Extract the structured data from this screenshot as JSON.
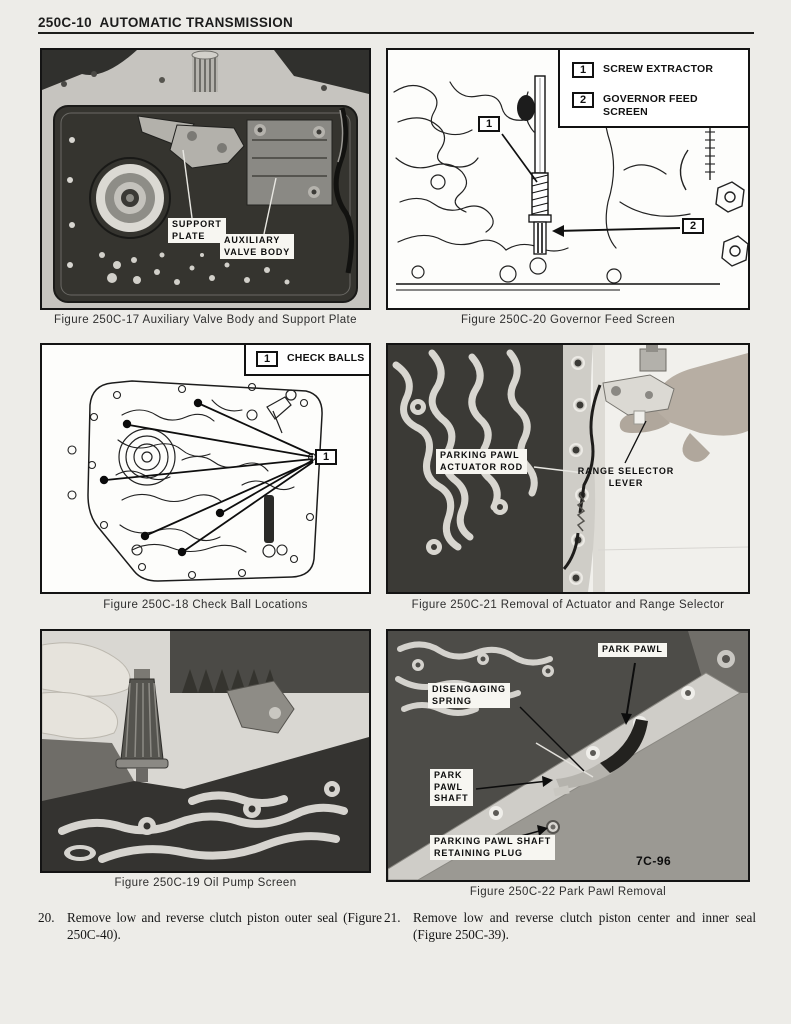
{
  "header": {
    "title": "250C-10  AUTOMATIC TRANSMISSION"
  },
  "figures": {
    "fig17": {
      "caption": "Figure 250C-17 Auxiliary Valve Body and Support Plate",
      "label_support_plate": "SUPPORT\nPLATE",
      "label_aux_valve_body": "AUXILIARY\nVALVE BODY"
    },
    "fig20": {
      "caption": "Figure 250C-20 Governor Feed Screen",
      "legend": [
        {
          "num": "1",
          "label": "SCREW EXTRACTOR"
        },
        {
          "num": "2",
          "label": "GOVERNOR FEED\nSCREEN"
        }
      ],
      "callout1": "1",
      "callout2": "2"
    },
    "fig18": {
      "caption": "Figure 250C-18 Check Ball Locations",
      "legend_num": "1",
      "legend_label": "CHECK BALLS",
      "callout1": "1"
    },
    "fig21": {
      "caption": "Figure 250C-21 Removal of Actuator and Range Selector",
      "label_actuator_rod": "PARKING PAWL\nACTUATOR ROD",
      "label_range_selector": "RANGE SELECTOR\nLEVER"
    },
    "fig19": {
      "caption": "Figure 250C-19 Oil Pump Screen"
    },
    "fig22": {
      "caption": "Figure 250C-22 Park Pawl Removal",
      "label_park_pawl": "PARK PAWL",
      "label_disengaging_spring": "DISENGAGING\nSPRING",
      "label_park_pawl_shaft": "PARK\nPAWL\nSHAFT",
      "label_retaining_plug": "PARKING PAWL SHAFT\nRETAINING PLUG",
      "plate_code": "7C-96"
    }
  },
  "steps": [
    {
      "num": "20.",
      "text": "Remove low and reverse clutch piston outer seal (Figure 250C-40)."
    },
    {
      "num": "21.",
      "text": "Remove low and reverse clutch piston center and inner seal (Figure 250C-39)."
    }
  ],
  "colors": {
    "paper": "#edece8",
    "ink": "#1a1a1a"
  }
}
